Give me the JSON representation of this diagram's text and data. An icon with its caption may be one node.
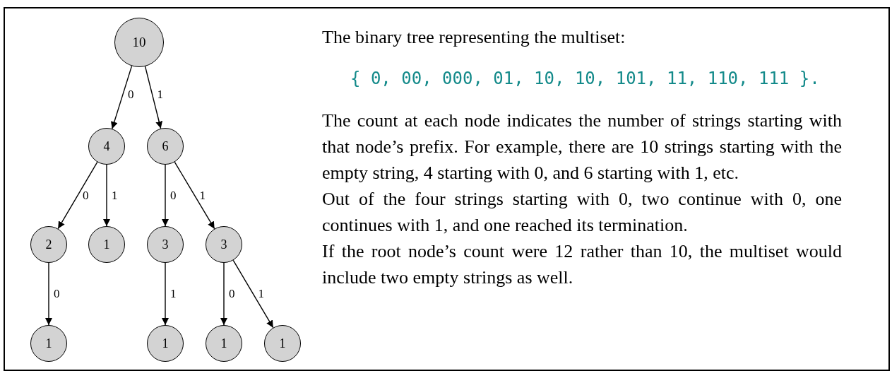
{
  "diagram": {
    "nodes": [
      {
        "text": [
          "10"
        ]
      },
      {
        "text": [
          "4"
        ]
      },
      {
        "text": [
          "6"
        ]
      },
      {
        "text": [
          "2"
        ]
      },
      {
        "text": [
          "1"
        ]
      },
      {
        "text": [
          "3"
        ]
      },
      {
        "text": [
          "3"
        ]
      },
      {
        "text": [
          "1"
        ]
      },
      {
        "text": [
          "1"
        ]
      },
      {
        "text": [
          "1"
        ]
      },
      {
        "text": [
          "1"
        ]
      }
    ],
    "edges": [
      {
        "from": 0,
        "to": 1,
        "arrow": "to",
        "label": "0"
      },
      {
        "from": 0,
        "to": 2,
        "arrow": "to",
        "label": "1"
      },
      {
        "from": 1,
        "to": 3,
        "arrow": "to",
        "label": "0"
      },
      {
        "from": 1,
        "to": 4,
        "arrow": "to",
        "label": "1"
      },
      {
        "from": 2,
        "to": 5,
        "arrow": "to",
        "label": "0"
      },
      {
        "from": 2,
        "to": 6,
        "arrow": "to",
        "label": "1"
      },
      {
        "from": 3,
        "to": 7,
        "arrow": "to",
        "label": "0"
      },
      {
        "from": 5,
        "to": 8,
        "arrow": "to",
        "label": "1"
      },
      {
        "from": 6,
        "to": 9,
        "arrow": "to",
        "label": "0"
      },
      {
        "from": 6,
        "to": 10,
        "arrow": "to",
        "label": "1"
      }
    ],
    "labels": [
      "The binary tree representing the multiset:",
      "{ 0, 00, 000, 01, 10, 10, 101, 11, 110, 111 }.",
      "The count at each node indicates the number of strings starting with that node’s prefix.  For example, there are 10 strings starting with the empty string, 4 starting with 0, and 6 starting with 1, etc.",
      "Out of the four strings starting with 0, two continue with 0, one continues with 1, and one reached its termination.",
      "If the root node’s count were 12 rather than 10, the multiset would include two empty strings as well."
    ]
  }
}
